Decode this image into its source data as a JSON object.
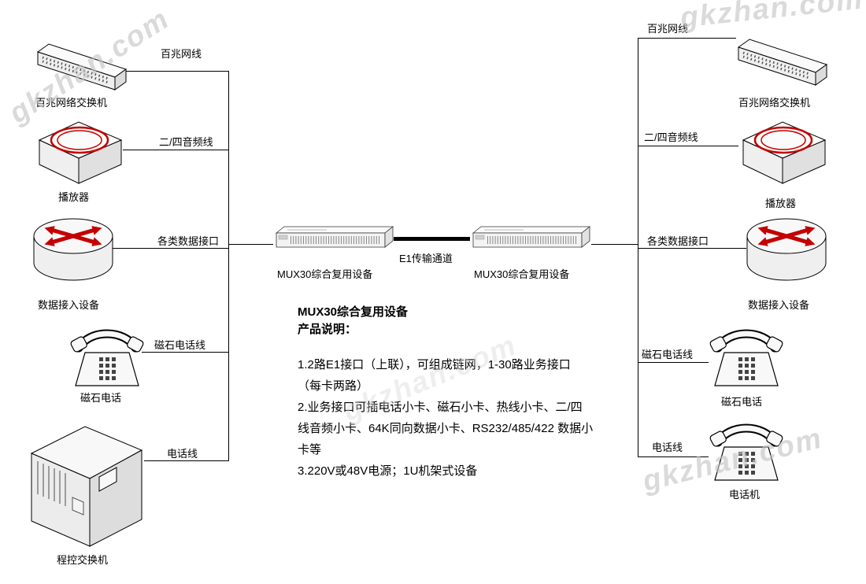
{
  "diagram": {
    "e1_label": "E1传输通道",
    "mux_left_label": "MUX30综合复用设备",
    "mux_right_label": "MUX30综合复用设备"
  },
  "left": {
    "devices": [
      {
        "label": "百兆网络交换机",
        "link_label": "百兆网线"
      },
      {
        "label": "播放器",
        "link_label": "二/四音频线"
      },
      {
        "label": "数据接入设备",
        "link_label": "各类数据接口"
      },
      {
        "label": "磁石电话",
        "link_label": "磁石电话线"
      },
      {
        "label": "程控交换机",
        "link_label": "电话线"
      }
    ]
  },
  "right": {
    "devices": [
      {
        "label": "百兆网络交换机",
        "link_label": "百兆网线"
      },
      {
        "label": "播放器",
        "link_label": "二/四音频线"
      },
      {
        "label": "数据接入设备",
        "link_label": "各类数据接口"
      },
      {
        "label": "磁石电话",
        "link_label": "磁石电话线"
      },
      {
        "label": "电话机",
        "link_label": "电话线"
      }
    ]
  },
  "description": {
    "title": "MUX30综合复用设备",
    "subtitle": "产品说明：",
    "lines": [
      "1.2路E1接口（上联），可组成链网，1-30路业务接口",
      "（每卡两路）",
      "2.业务接口可插电话小卡、磁石小卡、热线小卡、二/四",
      "线音频小卡、64K同向数据小卡、RS232/485/422 数据小",
      "卡等",
      "3.220V或48V电源；1U机架式设备"
    ]
  },
  "watermark": {
    "text": "gkzhan.com"
  },
  "colors": {
    "accent_red": "#c40000",
    "line": "#000000",
    "watermark_gray": "#c3c3c3"
  }
}
